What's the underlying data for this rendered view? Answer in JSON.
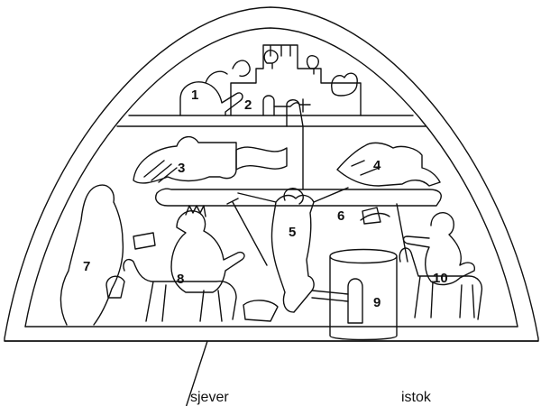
{
  "figure_numbers": [
    "1",
    "2",
    "3",
    "4",
    "5",
    "6",
    "7",
    "8",
    "9",
    "10"
  ],
  "captions": {
    "north": "sjever",
    "east": "istok"
  }
}
